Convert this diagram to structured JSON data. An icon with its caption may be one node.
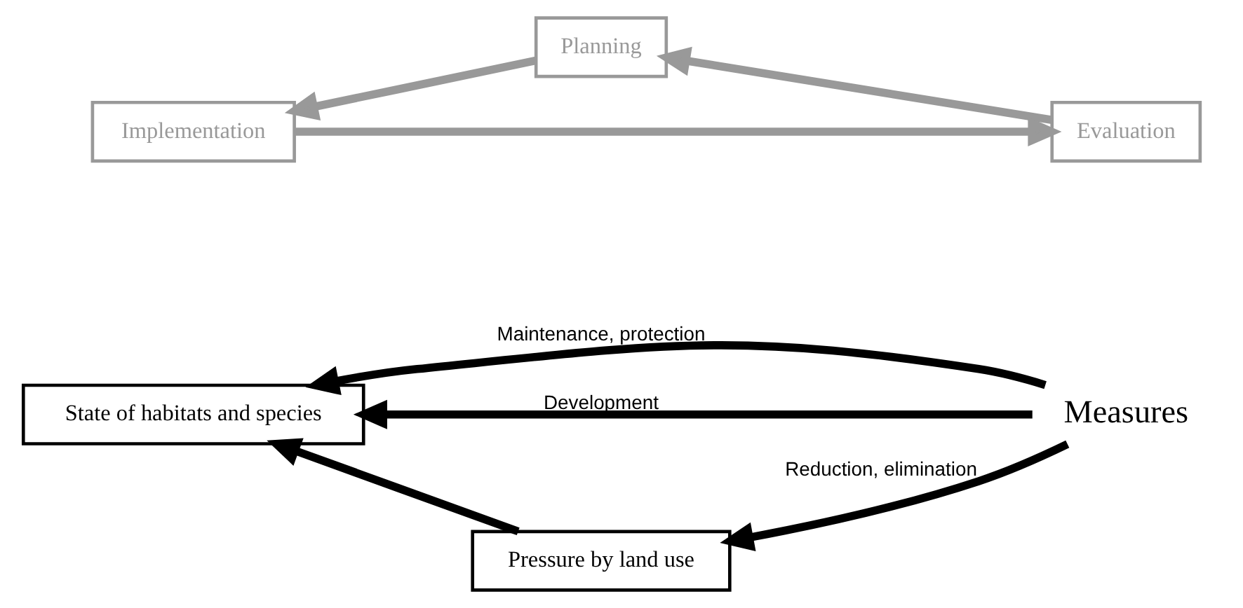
{
  "diagram": {
    "nodes": [
      {
        "text": [
          "State of habitats and species"
        ]
      },
      {
        "text": [
          "Pressure by land use"
        ]
      },
      {
        "text": [
          "Measures"
        ]
      },
      {
        "text": [
          "Evaluation"
        ]
      },
      {
        "text": [
          "Implementation"
        ]
      },
      {
        "text": [
          "Planning"
        ]
      }
    ],
    "edges": [
      {
        "from": 1,
        "to": 0,
        "arrow": "to"
      },
      {
        "from": 2,
        "to": 0,
        "arrow": "to",
        "label": "Maintenance, protection"
      },
      {
        "from": 2,
        "to": 0,
        "arrow": "to",
        "label": "Development"
      },
      {
        "from": 2,
        "to": 1,
        "arrow": "to",
        "label": "Reduction, elimination"
      },
      {
        "from": 3,
        "to": 5,
        "arrow": "to",
        "color": "#999999"
      },
      {
        "from": 5,
        "to": 4,
        "arrow": "to",
        "color": "#999999"
      },
      {
        "from": 4,
        "to": 3,
        "arrow": "to",
        "color": "#999999"
      }
    ]
  }
}
